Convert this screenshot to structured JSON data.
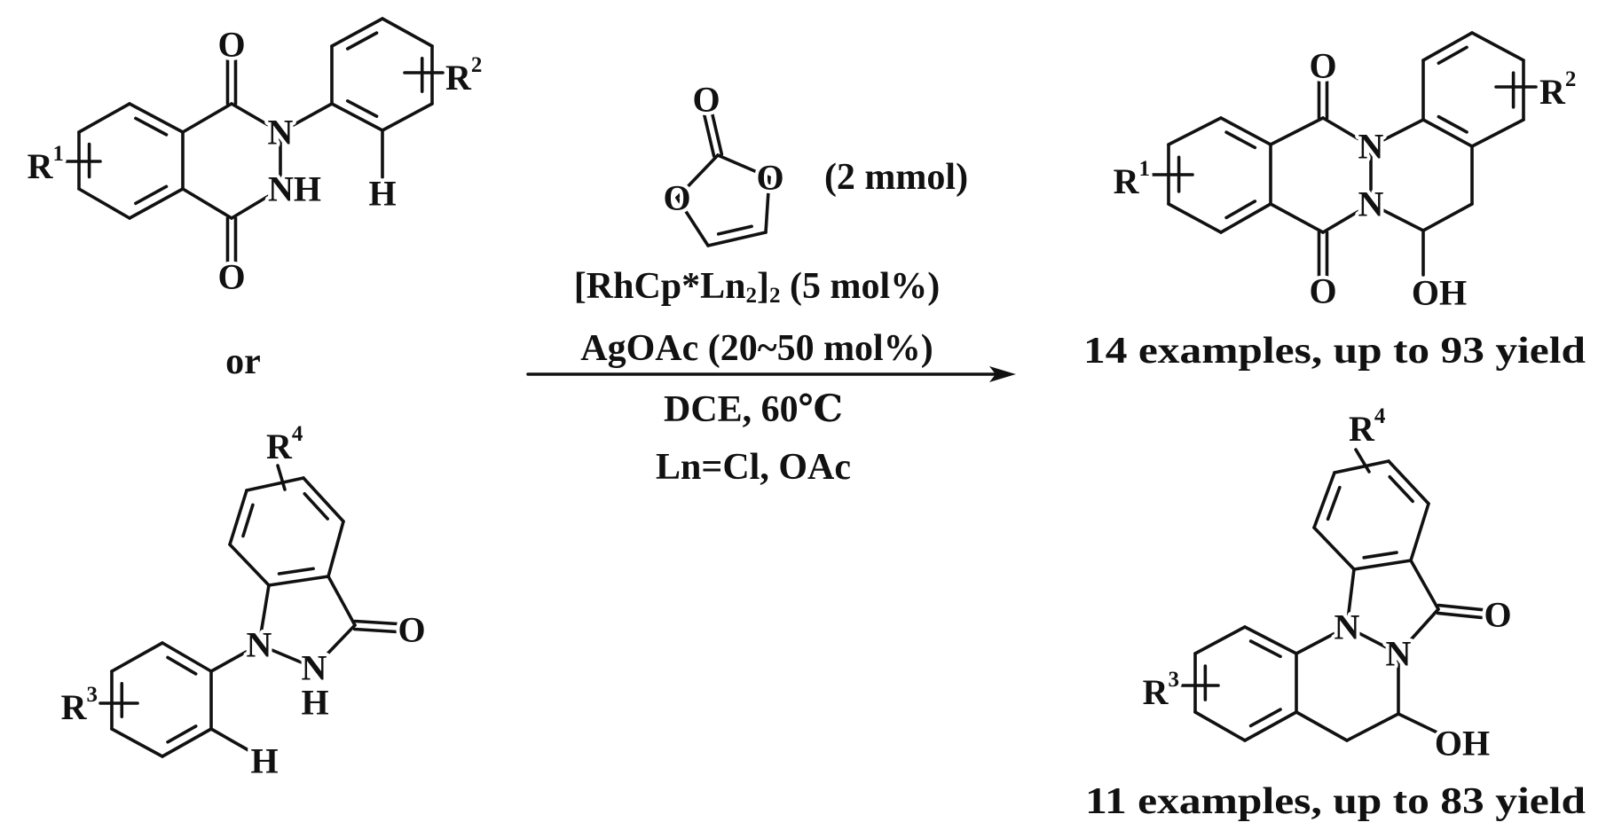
{
  "reactant_1": {
    "atoms": {
      "O_top": "O",
      "O_bottom": "O",
      "N": "N",
      "NH": "NH",
      "H": "H"
    },
    "r1": {
      "R": "R",
      "sup": "1"
    },
    "r2": {
      "R": "R",
      "sup": "2"
    }
  },
  "separator": "or",
  "reactant_2": {
    "atoms": {
      "N1": "N",
      "N2": "N",
      "H_on_N": "H",
      "O": "O",
      "H": "H"
    },
    "r3": {
      "R": "R",
      "sup": "3"
    },
    "r4": {
      "R": "R",
      "sup": "4"
    }
  },
  "reagent": {
    "atoms": {
      "O_top": "O",
      "O_left": "O",
      "O_right": "O"
    },
    "amount": "(2 mmol)"
  },
  "conditions": {
    "catalyst": {
      "prefix": "[RhCp*Ln",
      "sub1": "2",
      "mid": "]",
      "sub2": "2",
      "suffix": " (5 mol%)"
    },
    "additive": "AgOAc (20~50 mol%)",
    "solvent_temp": "DCE, 60℃",
    "ligand_note": "Ln=Cl, OAc"
  },
  "product_1": {
    "atoms": {
      "O_top": "O",
      "O_bottom": "O",
      "N_top": "N",
      "N_bottom": "N",
      "OH": "OH"
    },
    "r1": {
      "R": "R",
      "sup": "1"
    },
    "r2": {
      "R": "R",
      "sup": "2"
    },
    "caption": "14 examples, up to 93 yield"
  },
  "product_2": {
    "atoms": {
      "N1": "N",
      "N2": "N",
      "O": "O",
      "OH": "OH"
    },
    "r3": {
      "R": "R",
      "sup": "3"
    },
    "r4": {
      "R": "R",
      "sup": "4"
    },
    "caption": "11 examples, up to 83 yield"
  }
}
